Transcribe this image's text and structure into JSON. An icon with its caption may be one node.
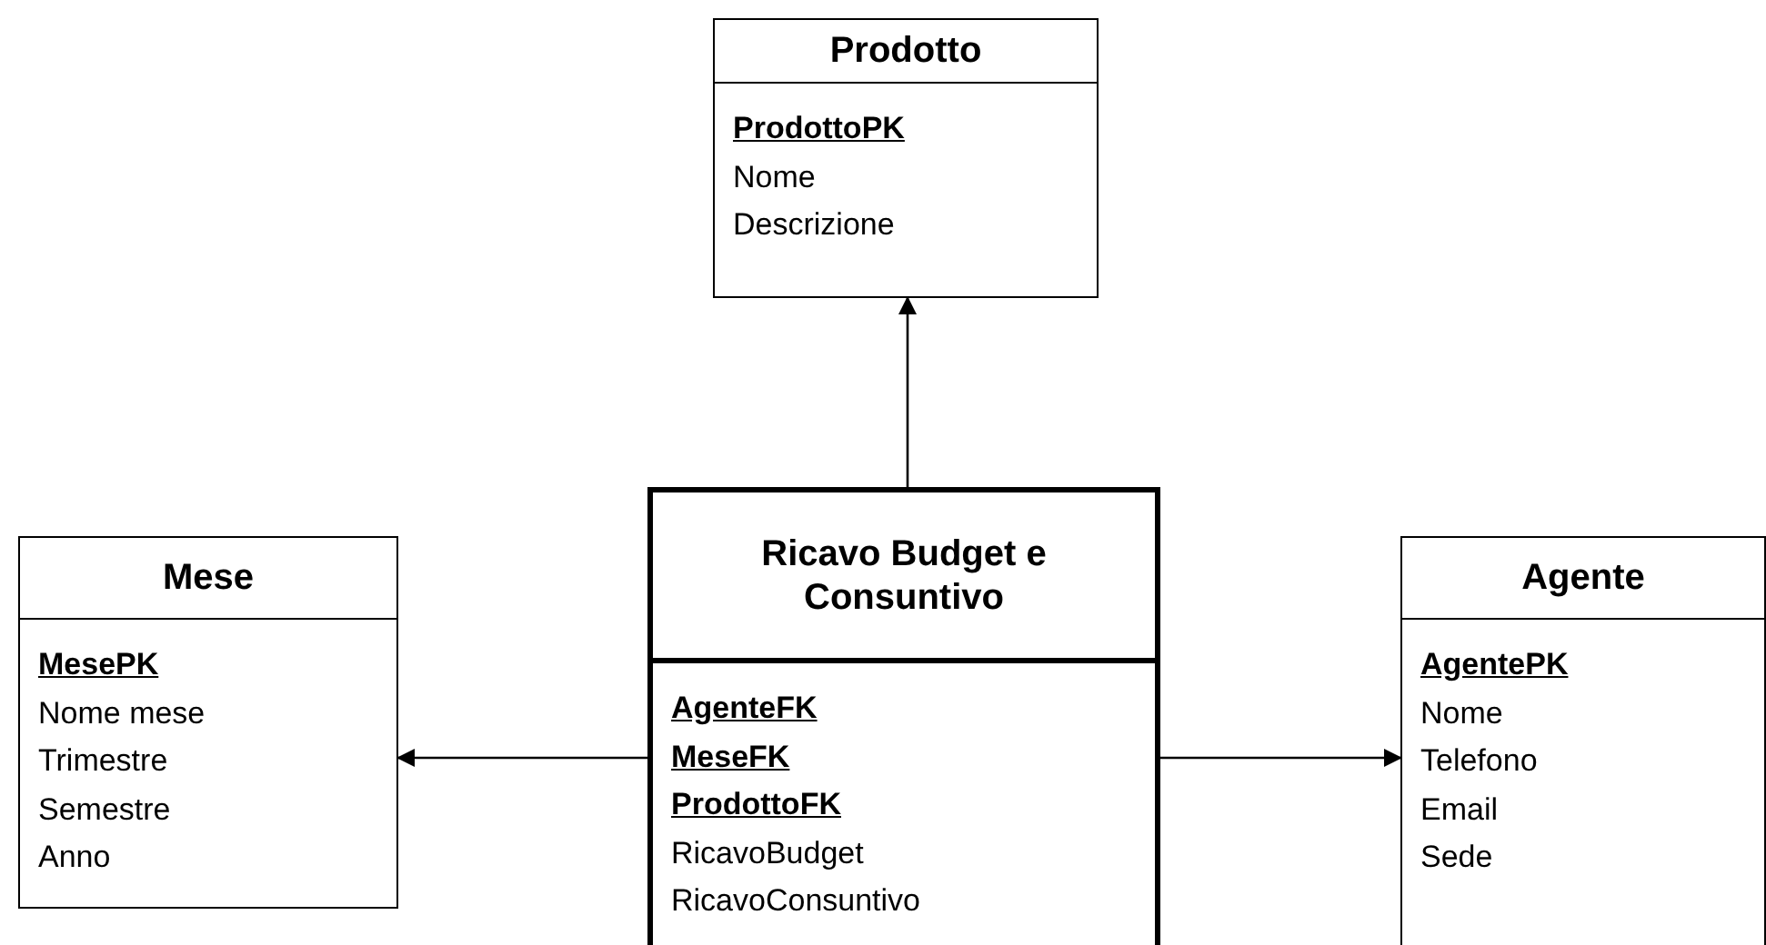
{
  "diagram": {
    "nodes": [
      {
        "text": [
          "Prodotto",
          "ProdottoPK",
          "Nome",
          "Descrizione"
        ]
      },
      {
        "text": [
          "Mese",
          "MesePK",
          "Nome mese",
          "Trimestre",
          "Semestre",
          "Anno"
        ]
      },
      {
        "text": [
          "Ricavo Budget e Consuntivo",
          "AgenteFK",
          "MeseFK",
          "ProdottoFK",
          "RicavoBudget",
          "RicavoConsuntivo"
        ]
      },
      {
        "text": [
          "Agente",
          "AgentePK",
          "Nome",
          "Telefono",
          "Email",
          "Sede"
        ]
      }
    ],
    "edges": [
      {
        "from": 2,
        "to": 0,
        "arrow": "to"
      },
      {
        "from": 2,
        "to": 1,
        "arrow": "to"
      },
      {
        "from": 2,
        "to": 3,
        "arrow": "to"
      }
    ]
  }
}
